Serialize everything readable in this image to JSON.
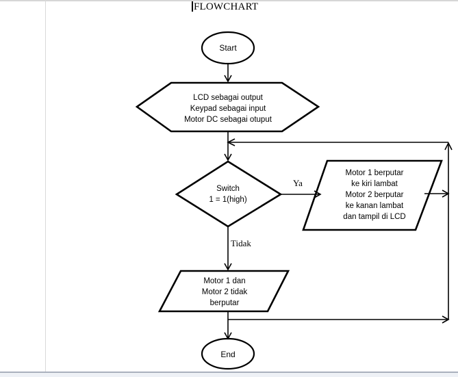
{
  "document": {
    "title": "FLOWCHART"
  },
  "flowchart": {
    "nodes": {
      "start": {
        "type": "terminator",
        "label": "Start"
      },
      "preparation": {
        "type": "hexagon",
        "lines": [
          "LCD sebagai output",
          "Keypad sebagai input",
          "Motor DC sebagai otuput"
        ]
      },
      "decision": {
        "type": "diamond",
        "lines": [
          "Switch",
          "1 = 1(high)"
        ]
      },
      "process_yes": {
        "type": "parallelogram",
        "lines": [
          "Motor 1 berputar",
          "ke kiri lambat",
          "Motor 2 berputar",
          "ke kanan lambat",
          "dan tampil di LCD"
        ]
      },
      "process_no": {
        "type": "parallelogram",
        "lines": [
          "Motor 1 dan",
          "Motor 2 tidak",
          "berputar"
        ]
      },
      "end": {
        "type": "terminator",
        "label": "End"
      }
    },
    "edge_labels": {
      "yes": "Ya",
      "no": "Tidak"
    },
    "colors": {
      "stroke": "#000000",
      "text": "#000000",
      "page": "#ffffff"
    }
  }
}
